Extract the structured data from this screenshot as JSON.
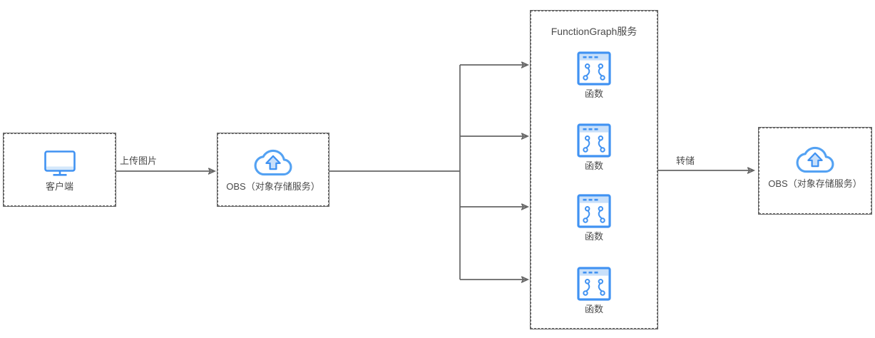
{
  "diagram": {
    "type": "flow-architecture",
    "nodes": {
      "client": {
        "label": "客户端",
        "icon": "monitor-icon"
      },
      "obs_source": {
        "label": "OBS（对象存储服务）",
        "icon": "cloud-upload-icon"
      },
      "functiongraph": {
        "title": "FunctionGraph服务",
        "functions": [
          {
            "label": "函数",
            "icon": "function-window-icon"
          },
          {
            "label": "函数",
            "icon": "function-window-icon"
          },
          {
            "label": "函数",
            "icon": "function-window-icon"
          },
          {
            "label": "函数",
            "icon": "function-window-icon"
          }
        ]
      },
      "obs_target": {
        "label": "OBS（对象存储服务）",
        "icon": "cloud-upload-icon"
      }
    },
    "edges": {
      "upload": {
        "label": "上传图片",
        "from": "client",
        "to": "obs_source"
      },
      "fanout": {
        "from": "obs_source",
        "to": "functiongraph",
        "branches": 4
      },
      "dump": {
        "label": "转储",
        "from": "functiongraph",
        "to": "obs_target"
      }
    },
    "colors": {
      "icon_blue": "#4092F2",
      "icon_light_blue": "#CCE2FB",
      "connector_gray": "#666666",
      "box_border_gray": "#666666",
      "text_gray": "#4A4A4A"
    }
  }
}
